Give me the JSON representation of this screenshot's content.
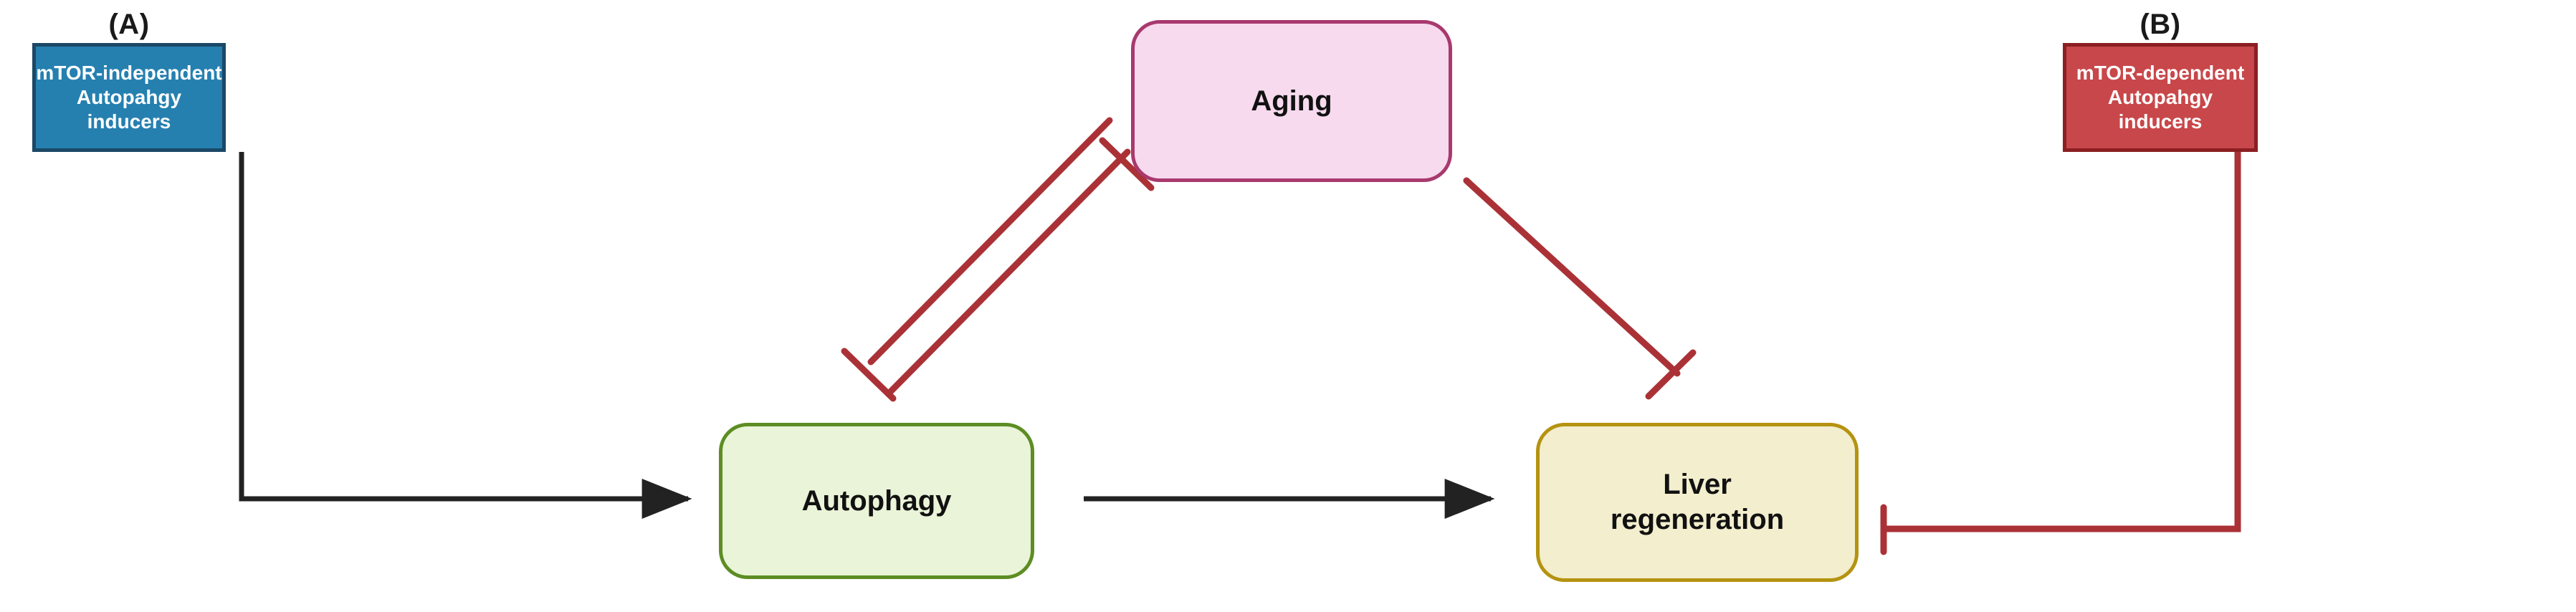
{
  "diagram": {
    "title_hidden": "",
    "background": "#ffffff",
    "panels": [
      {
        "id": "panel-a",
        "label": "(A)"
      },
      {
        "id": "panel-b",
        "label": "(B)"
      }
    ],
    "nodes": [
      {
        "id": "mtor-independent",
        "label": "mTOR-independent\nAutopahgy inducers",
        "shape": "rectangle",
        "fill": "#2580b0",
        "stroke": "#1b4866",
        "text_color": "#ffffff"
      },
      {
        "id": "aging",
        "label": "Aging",
        "shape": "rounded-rectangle",
        "fill": "#f7daee",
        "stroke": "#a8396e",
        "text_color": "#111111"
      },
      {
        "id": "mtor-dependent",
        "label": "mTOR-dependent\nAutopahgy inducers",
        "shape": "rectangle",
        "fill": "#c8474a",
        "stroke": "#8b1f22",
        "text_color": "#ffffff"
      },
      {
        "id": "autophagy",
        "label": "Autophagy",
        "shape": "rounded-rectangle",
        "fill": "#e9f4d8",
        "stroke": "#5d8d23",
        "text_color": "#111111"
      },
      {
        "id": "liver-regeneration",
        "label": "Liver\nregeneration",
        "shape": "rounded-rectangle",
        "fill": "#f2eece",
        "stroke": "#b59310",
        "text_color": "#111111"
      }
    ],
    "edges": [
      {
        "id": "edge-inducers-to-autophagy",
        "from": "mtor-independent",
        "to": "autophagy",
        "type": "activation-arrow",
        "color": "#222222",
        "style": "elbow"
      },
      {
        "id": "edge-autophagy-to-liver",
        "from": "autophagy",
        "to": "liver-regeneration",
        "type": "activation-arrow",
        "color": "#222222",
        "style": "straight"
      },
      {
        "id": "edge-aging-inhibits-autophagy",
        "from": "aging",
        "to": "autophagy",
        "type": "inhibition-bar",
        "color": "#aa3237",
        "style": "diagonal"
      },
      {
        "id": "edge-autophagy-inhibits-aging",
        "from": "autophagy",
        "to": "aging",
        "type": "inhibition-bar",
        "color": "#aa3237",
        "style": "diagonal"
      },
      {
        "id": "edge-aging-inhibits-liver",
        "from": "aging",
        "to": "liver-regeneration",
        "type": "inhibition-bar",
        "color": "#aa3237",
        "style": "diagonal"
      },
      {
        "id": "edge-mtor-dependent-inhibits-liver",
        "from": "mtor-dependent",
        "to": "liver-regeneration",
        "type": "inhibition-bar",
        "color": "#aa3237",
        "style": "elbow"
      }
    ],
    "colors": {
      "inhibition": "#aa3237",
      "activation": "#222222",
      "blue_fill": "#2580b0",
      "red_fill": "#c8474a",
      "pink_fill": "#f7daee",
      "green_fill": "#e9f4d8",
      "cream_fill": "#f2eece"
    }
  }
}
